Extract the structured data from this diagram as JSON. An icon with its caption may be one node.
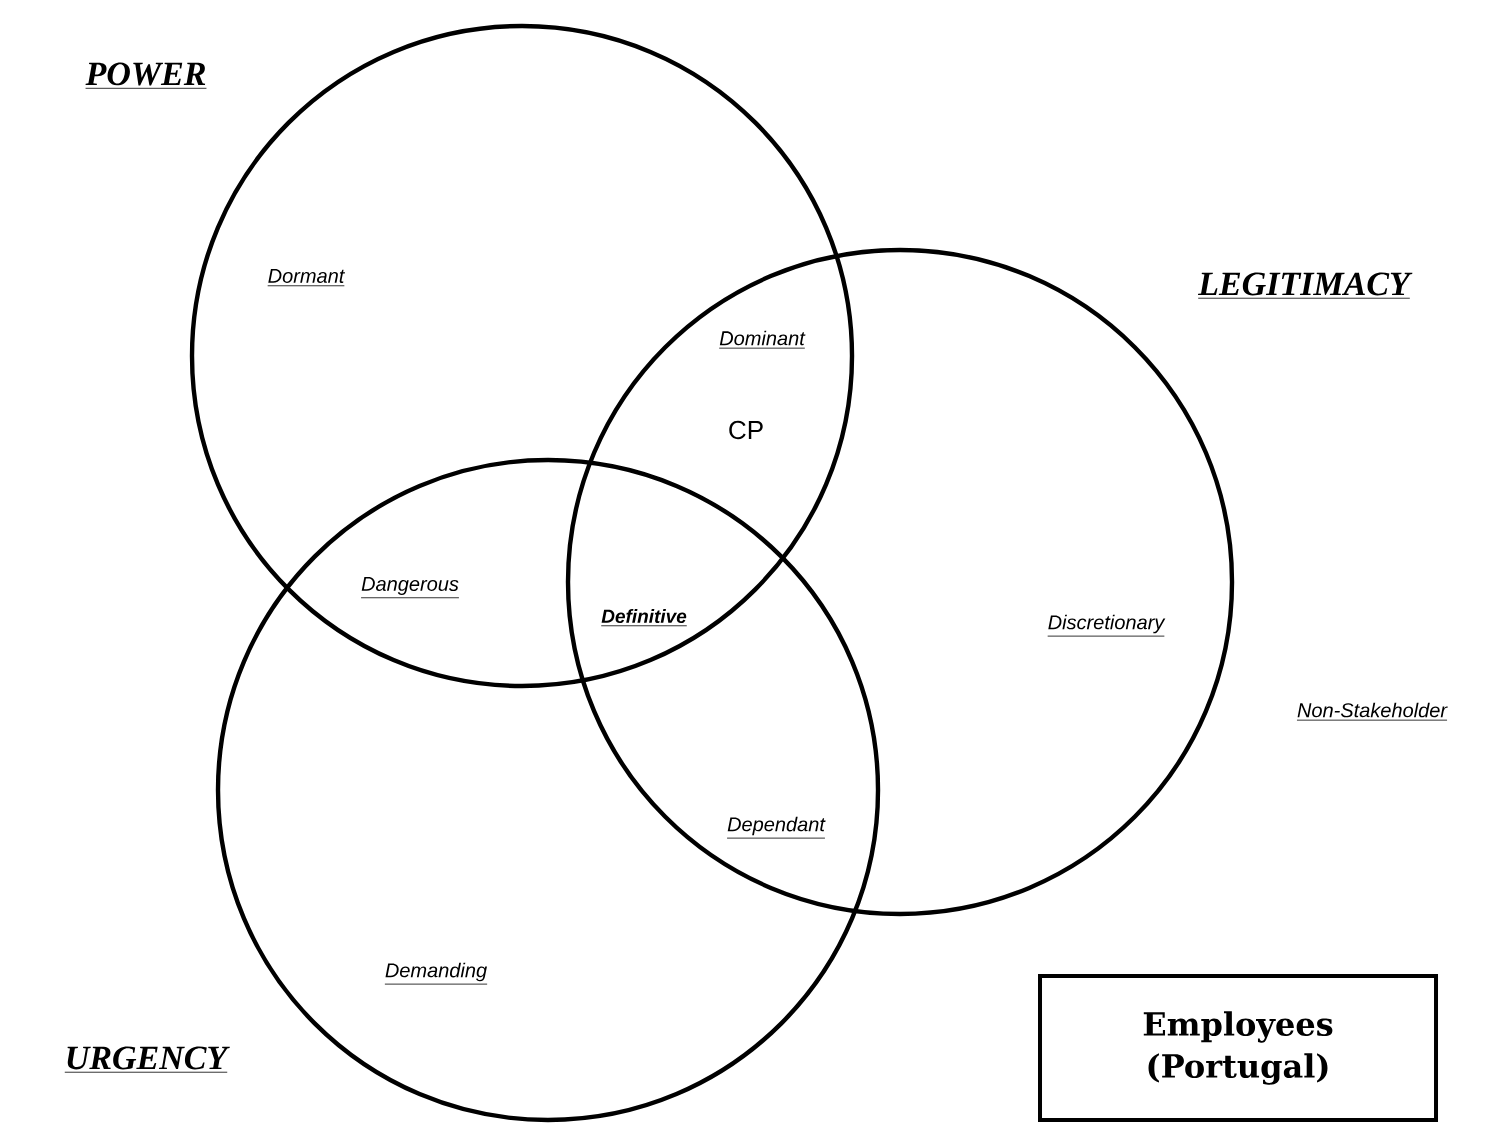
{
  "diagram": {
    "nodes": [
      {
        "text": [
          "POWER"
        ]
      },
      {
        "text": [
          "LEGITIMACY"
        ]
      },
      {
        "text": [
          "URGENCY"
        ]
      },
      {
        "text": [
          "Employees (Portugal)"
        ]
      }
    ],
    "labels": [
      "Dormant",
      "Dominant",
      "CP",
      "Dangerous",
      "Definitive",
      "Discretionary",
      "Non-Stakeholder",
      "Dependant",
      "Demanding"
    ]
  }
}
